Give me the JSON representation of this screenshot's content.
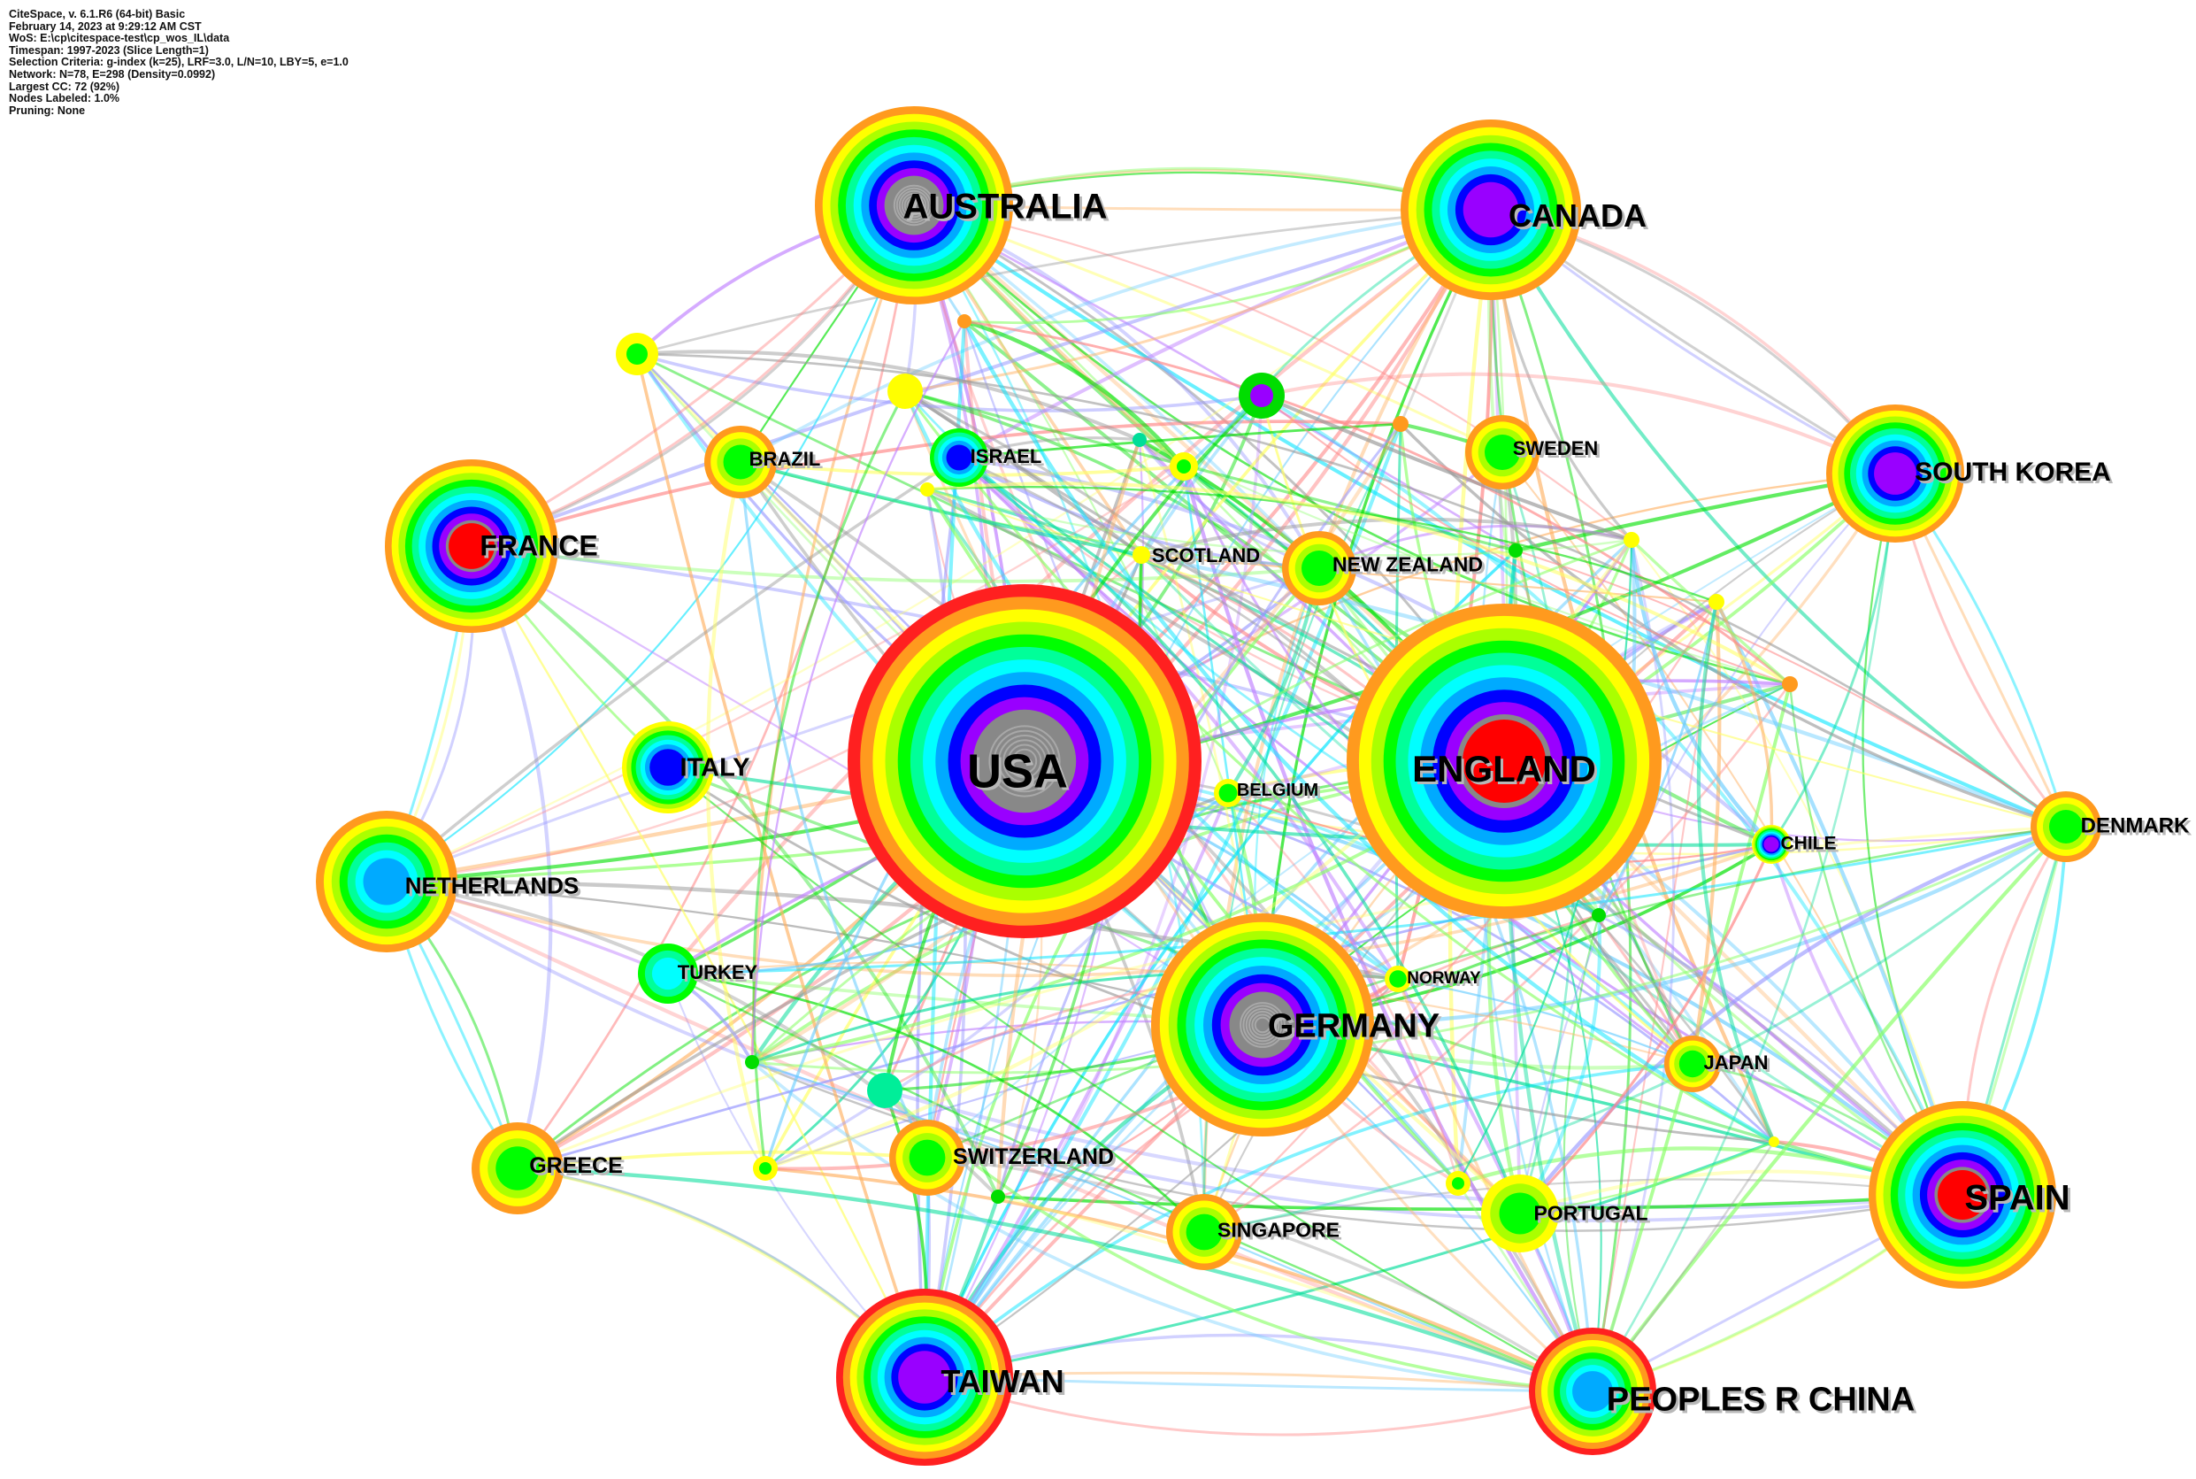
{
  "header_lines": [
    "CiteSpace, v. 6.1.R6 (64-bit) Basic",
    "February 14, 2023 at 9:29:12 AM CST",
    "WoS: E:\\cp\\citespace-test\\cp_wos_IL\\data",
    "Timespan: 1997-2023 (Slice Length=1)",
    "Selection Criteria: g-index (k=25), LRF=3.0, L/N=10, LBY=5, e=1.0",
    "Network: N=78, E=298 (Density=0.0992)",
    "Largest CC: 72 (92%)",
    "Nodes Labeled: 1.0%",
    "Pruning: None"
  ],
  "ring_palette": [
    "#ff2020",
    "#ff9a1e",
    "#ffff00",
    "#aaff00",
    "#00ff00",
    "#00ff99",
    "#00ffff",
    "#00aaff",
    "#0000ff",
    "#9900ff",
    "#888888"
  ],
  "edge_palette": [
    "#00e000",
    "#00dd99",
    "#00e5ff",
    "#ffff66",
    "#ffb366",
    "#9999ff",
    "#c080ff",
    "#999999",
    "#66ccff",
    "#ff8888",
    "#88ff66"
  ],
  "nodes": [
    {
      "id": "usa",
      "label": "USA",
      "size": "xl",
      "outer": "#ff2020",
      "core": "#888888"
    },
    {
      "id": "england",
      "label": "ENGLAND",
      "size": "xl",
      "outer": "#ff9a1e",
      "core": "#ff0000"
    },
    {
      "id": "australia",
      "label": "AUSTRALIA",
      "size": "l",
      "outer": "#ff9a1e",
      "core": "#888888"
    },
    {
      "id": "canada",
      "label": "CANADA",
      "size": "l",
      "outer": "#ff9a1e",
      "core": "#9900ff"
    },
    {
      "id": "germany",
      "label": "GERMANY",
      "size": "l",
      "outer": "#ff9a1e",
      "core": "#888888"
    },
    {
      "id": "spain",
      "label": "SPAIN",
      "size": "l",
      "outer": "#ff9a1e",
      "core": "#ff0000"
    },
    {
      "id": "taiwan",
      "label": "TAIWAN",
      "size": "l",
      "outer": "#ff2020",
      "core": "#9900ff"
    },
    {
      "id": "china",
      "label": "PEOPLES R CHINA",
      "size": "l",
      "outer": "#ff2020",
      "core": "#00aaff"
    },
    {
      "id": "france",
      "label": "FRANCE",
      "size": "m",
      "outer": "#ff9a1e",
      "core": "#ff0000"
    },
    {
      "id": "southkorea",
      "label": "SOUTH KOREA",
      "size": "m",
      "outer": "#ff9a1e",
      "core": "#9900ff"
    },
    {
      "id": "netherlands",
      "label": "NETHERLANDS",
      "size": "m",
      "outer": "#ff9a1e",
      "core": "#00aaff"
    },
    {
      "id": "italy",
      "label": "ITALY",
      "size": "m",
      "outer": "#ffff00",
      "core": "#0000ff"
    },
    {
      "id": "greece",
      "label": "GREECE",
      "size": "s",
      "outer": "#ff9a1e",
      "core": "#00ff00"
    },
    {
      "id": "switzerland",
      "label": "SWITZERLAND",
      "size": "s",
      "outer": "#ff9a1e",
      "core": "#00ff00"
    },
    {
      "id": "singapore",
      "label": "SINGAPORE",
      "size": "s",
      "outer": "#ff9a1e",
      "core": "#00ff00"
    },
    {
      "id": "portugal",
      "label": "PORTUGAL",
      "size": "s",
      "outer": "#ffff00",
      "core": "#00ff00"
    },
    {
      "id": "japan",
      "label": "JAPAN",
      "size": "s",
      "outer": "#ff9a1e",
      "core": "#00ff00"
    },
    {
      "id": "denmark",
      "label": "DENMARK",
      "size": "s",
      "outer": "#ff9a1e",
      "core": "#00ff00"
    },
    {
      "id": "newzealand",
      "label": "NEW ZEALAND",
      "size": "s",
      "outer": "#ff9a1e",
      "core": "#00ff00"
    },
    {
      "id": "sweden",
      "label": "SWEDEN",
      "size": "s",
      "outer": "#ff9a1e",
      "core": "#00ff00"
    },
    {
      "id": "brazil",
      "label": "BRAZIL",
      "size": "s",
      "outer": "#ff9a1e",
      "core": "#00ff00"
    },
    {
      "id": "israel",
      "label": "ISRAEL",
      "size": "s",
      "outer": "#00ff00",
      "core": "#0000ff"
    },
    {
      "id": "turkey",
      "label": "TURKEY",
      "size": "s",
      "outer": "#00ff00",
      "core": "#00ffff"
    },
    {
      "id": "chile",
      "label": "CHILE",
      "size": "xs",
      "outer": "#ffff00",
      "core": "#9900ff"
    },
    {
      "id": "belgium",
      "label": "BELGIUM",
      "size": "xs",
      "outer": "#ffff00",
      "core": "#00ff00"
    },
    {
      "id": "norway",
      "label": "NORWAY",
      "size": "xs",
      "outer": "#ffff00",
      "core": "#00ff00"
    },
    {
      "id": "scotland",
      "label": "SCOTLAND",
      "size": "xs",
      "outer": "#ffff00",
      "core": "#ffff00"
    }
  ],
  "minor_nodes": [
    {
      "color": "#ffff00",
      "core": "#00ff00"
    },
    {
      "color": "#ffff00",
      "core": "#ffff00"
    },
    {
      "color": "#ff9a1e",
      "core": "#ff9a1e"
    },
    {
      "color": "#00dd00",
      "core": "#9900ff"
    },
    {
      "color": "#ffff00",
      "core": "#00ff00"
    },
    {
      "color": "#ff9a1e",
      "core": "#ff9a1e"
    },
    {
      "color": "#ffff00",
      "core": "#ffff00"
    },
    {
      "color": "#00dd99",
      "core": "#00dd99"
    },
    {
      "color": "#00dd00",
      "core": "#00dd00"
    },
    {
      "color": "#ffff00",
      "core": "#ffff00"
    },
    {
      "color": "#ffff00",
      "core": "#ffff00"
    },
    {
      "color": "#ff9a1e",
      "core": "#ff9a1e"
    },
    {
      "color": "#00dd00",
      "core": "#00dd00"
    },
    {
      "color": "#00dd00",
      "core": "#00dd00"
    },
    {
      "color": "#00ee99",
      "core": "#00ee99"
    },
    {
      "color": "#ffff00",
      "core": "#00ff00"
    },
    {
      "color": "#00dd00",
      "core": "#00dd00"
    },
    {
      "color": "#ffff00",
      "core": "#00ff00"
    },
    {
      "color": "#ffff00",
      "core": "#ffff00"
    }
  ]
}
